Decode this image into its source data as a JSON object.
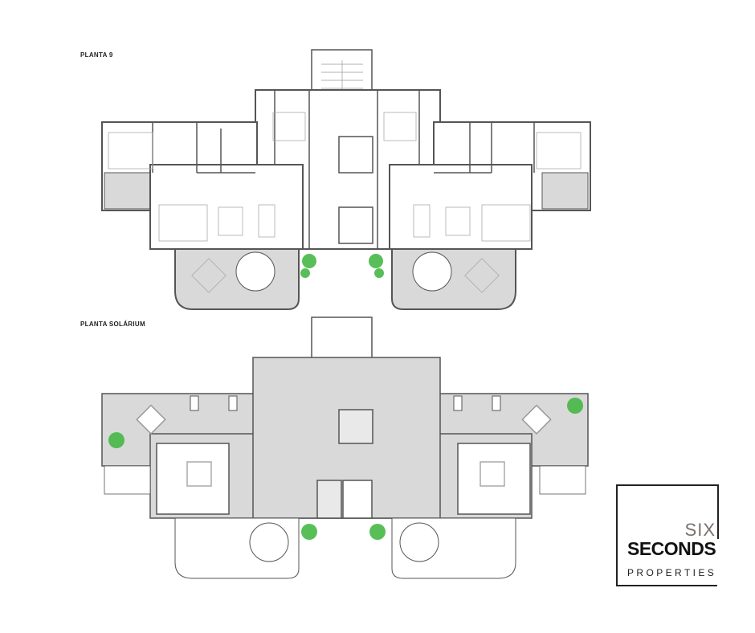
{
  "plans": [
    {
      "title": "PLANTA 9"
    },
    {
      "title": "PLANTA SOLÁRIUM"
    }
  ],
  "logo": {
    "line1": "SIX",
    "line2": "SECONDS",
    "line3": "PROPERTIES"
  },
  "colors": {
    "wall": "#555555",
    "floor_gray": "#d9d9d9",
    "plant": "#3cb43c"
  }
}
